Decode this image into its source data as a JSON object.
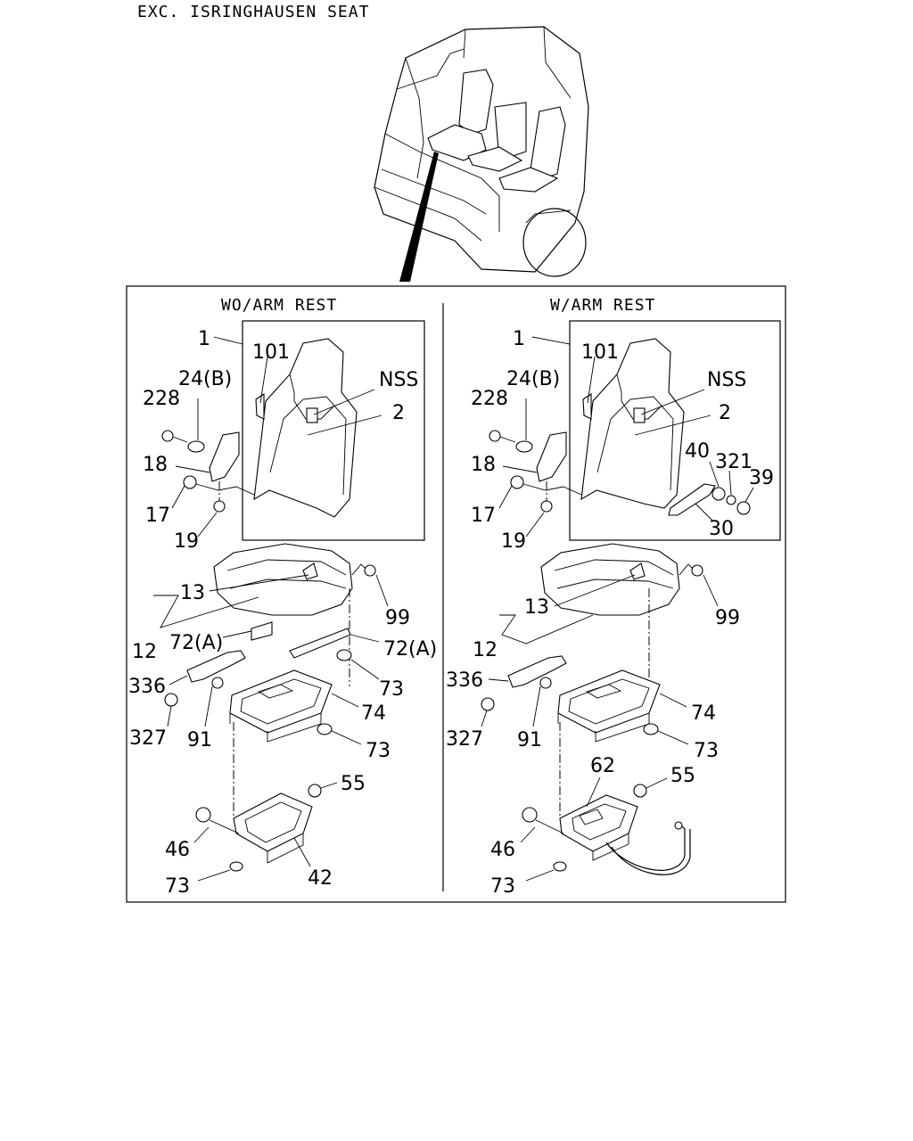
{
  "page": {
    "title": "EXC. ISRINGHAUSEN SEAT"
  },
  "panels": {
    "left": {
      "heading": "WO/ARM REST",
      "labels": {
        "p1": "1",
        "p101": "101",
        "p24b": "24(B)",
        "pnss": "NSS",
        "p2": "2",
        "p228": "228",
        "p18": "18",
        "p17": "17",
        "p19": "19",
        "p13": "13",
        "p12": "12",
        "p99": "99",
        "p72a1": "72(A)",
        "p72a2": "72(A)",
        "p336": "336",
        "p73a": "73",
        "p74": "74",
        "p327": "327",
        "p91": "91",
        "p73b": "73",
        "p55": "55",
        "p46": "46",
        "p42": "42",
        "p73c": "73"
      }
    },
    "right": {
      "heading": "W/ARM REST",
      "labels": {
        "p1": "1",
        "p101": "101",
        "p24b": "24(B)",
        "pnss": "NSS",
        "p2": "2",
        "p228": "228",
        "p18": "18",
        "p17": "17",
        "p19": "19",
        "p40": "40",
        "p321": "321",
        "p39": "39",
        "p30": "30",
        "p13": "13",
        "p12": "12",
        "p99": "99",
        "p336": "336",
        "p74": "74",
        "p327": "327",
        "p91": "91",
        "p73b": "73",
        "p62": "62",
        "p55": "55",
        "p46": "46",
        "p73c": "73"
      }
    }
  },
  "icons": {
    "cab": "truck-cab-icon",
    "backrest": "seat-backrest-icon",
    "cushion": "seat-cushion-icon",
    "frame": "seat-slide-frame-icon",
    "base": "seat-base-bracket-icon",
    "armrest": "armrest-icon",
    "bolt": "bolt-icon",
    "nut": "nut-icon"
  }
}
